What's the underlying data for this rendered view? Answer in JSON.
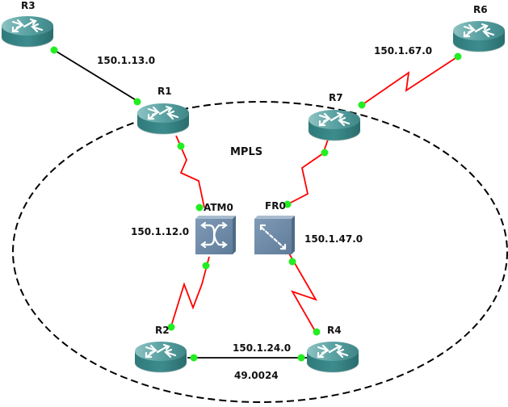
{
  "diagram": {
    "type": "network-topology",
    "cloud_label": "MPLS",
    "colors": {
      "ethernet_link": "#000000",
      "serial_link": "#ff0000",
      "port_dot": "#22ee22",
      "router_body": "#3e8a8c",
      "switch_body": "#6d8aa8",
      "cloud_border": "#000000"
    },
    "nodes": [
      {
        "id": "R3",
        "label": "R3",
        "kind": "router"
      },
      {
        "id": "R1",
        "label": "R1",
        "kind": "router"
      },
      {
        "id": "R7",
        "label": "R7",
        "kind": "router"
      },
      {
        "id": "R6",
        "label": "R6",
        "kind": "router"
      },
      {
        "id": "ATM0",
        "label": "ATM0",
        "kind": "atm-switch"
      },
      {
        "id": "FR0",
        "label": "FR0",
        "kind": "frame-relay-switch"
      },
      {
        "id": "R2",
        "label": "R2",
        "kind": "router"
      },
      {
        "id": "R4",
        "label": "R4",
        "kind": "router"
      }
    ],
    "links": [
      {
        "from": "R3",
        "to": "R1",
        "type": "ethernet",
        "label": "150.1.13.0"
      },
      {
        "from": "R7",
        "to": "R6",
        "type": "serial",
        "label": "150.1.67.0"
      },
      {
        "from": "R1",
        "to": "ATM0",
        "type": "serial",
        "label": ""
      },
      {
        "from": "ATM0",
        "to": "R2",
        "type": "serial",
        "label": ""
      },
      {
        "from": "R7",
        "to": "FR0",
        "type": "serial",
        "label": ""
      },
      {
        "from": "FR0",
        "to": "R4",
        "type": "serial",
        "label": ""
      },
      {
        "from": "R2",
        "to": "R4",
        "type": "ethernet",
        "label": "150.1.24.0"
      }
    ],
    "network_labels": {
      "r3_r1": "150.1.13.0",
      "r7_r6": "150.1.67.0",
      "atm": "150.1.12.0",
      "fr": "150.1.47.0",
      "r2_r4": "150.1.24.0",
      "r2_r4_sub": "49.0024"
    }
  }
}
